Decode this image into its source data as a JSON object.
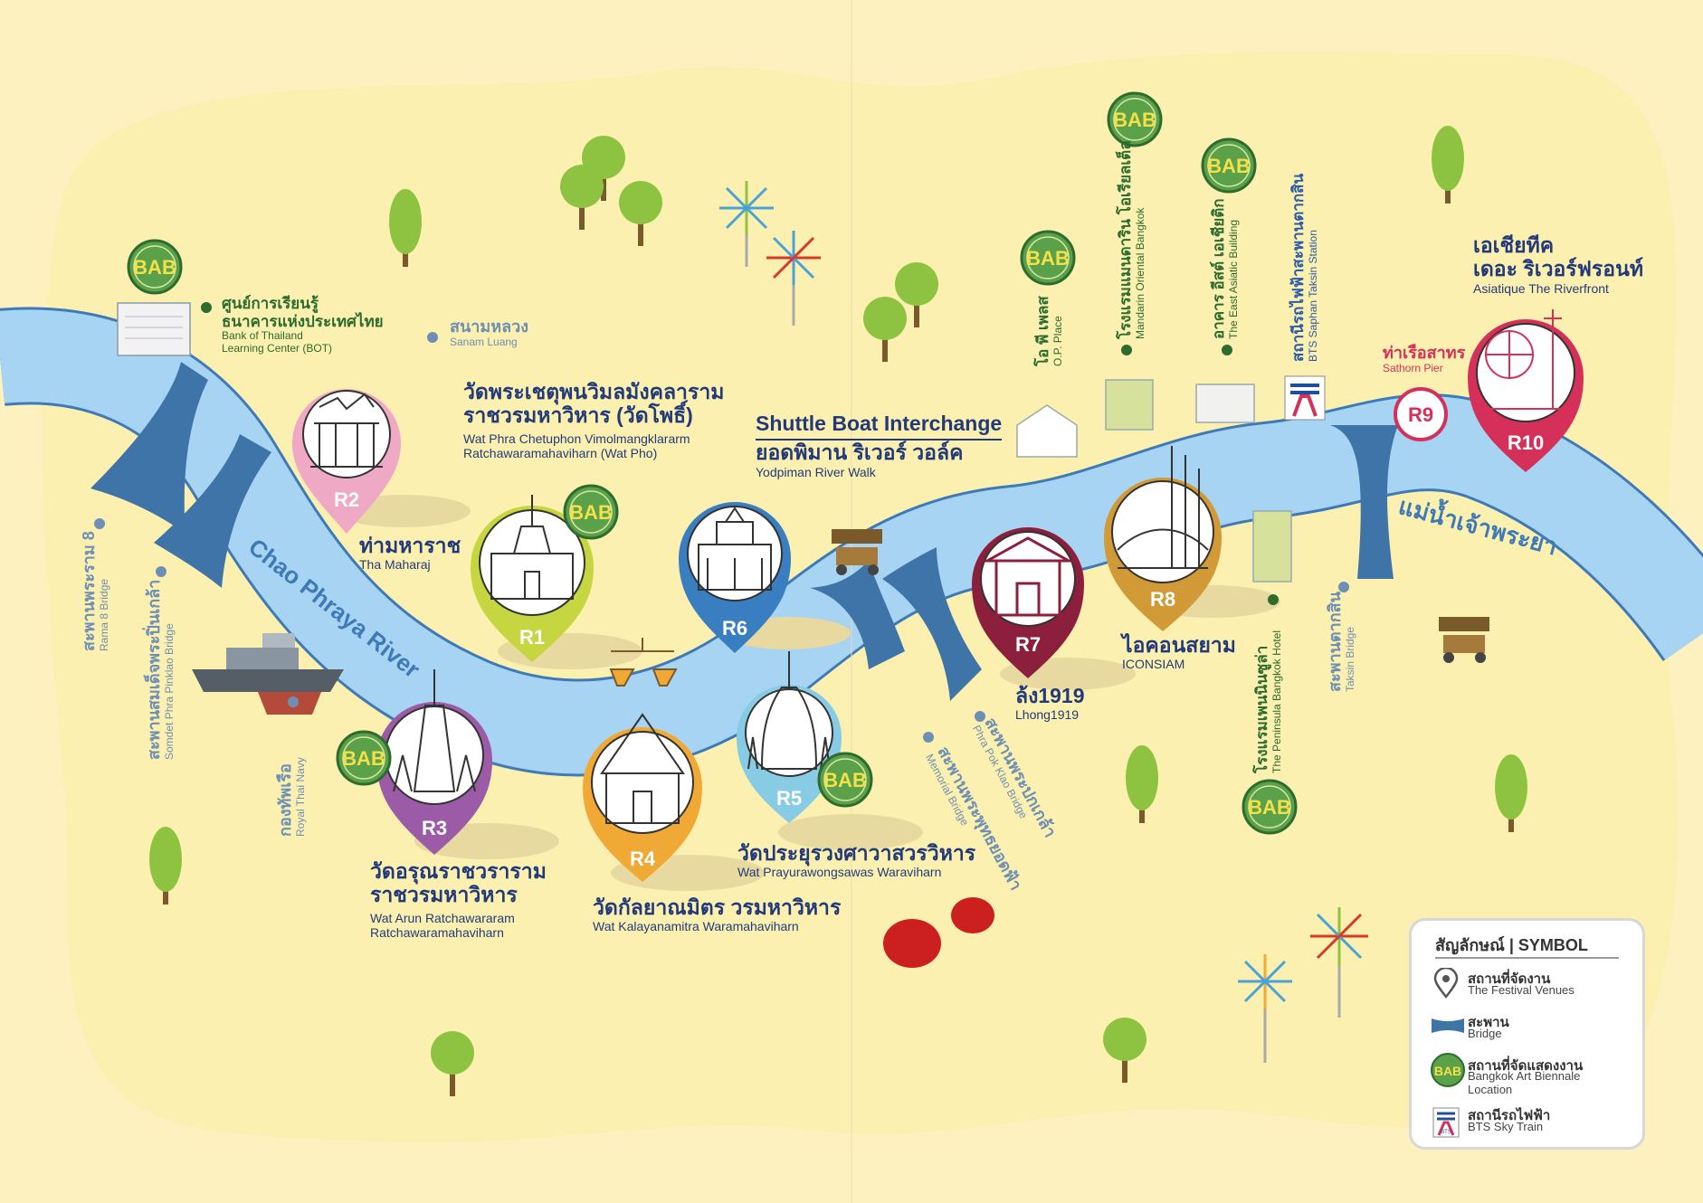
{
  "colors": {
    "background": "#fdf2bf",
    "land": "#fcf0b0",
    "river": "#a8d4f4",
    "river_edge": "#3f7ab8",
    "bridge": "#3f74a8",
    "tree": "#8ec342",
    "trunk": "#7a5a2a",
    "pin_R1": "#c5d641",
    "pin_R2": "#f0a9c4",
    "pin_R3": "#9b5ba7",
    "pin_R4": "#f0a934",
    "pin_R5": "#88cbe4",
    "pin_R6": "#3a7ec2",
    "pin_R7": "#8c1f3c",
    "pin_R8": "#d19a36",
    "pin_R10": "#d4305a",
    "pier": "#d4305a",
    "bab": "#5aa14a"
  },
  "river_label": "Chao Phraya River",
  "river_label_th": "แม่น้ำเจ้าพระยา",
  "pins": [
    {
      "id": "R1",
      "label": "R1"
    },
    {
      "id": "R2",
      "label": "R2"
    },
    {
      "id": "R3",
      "label": "R3"
    },
    {
      "id": "R4",
      "label": "R4"
    },
    {
      "id": "R5",
      "label": "R5"
    },
    {
      "id": "R6",
      "label": "R6"
    },
    {
      "id": "R7",
      "label": "R7"
    },
    {
      "id": "R8",
      "label": "R8"
    },
    {
      "id": "R10",
      "label": "R10"
    }
  ],
  "pier": {
    "label": "R9",
    "th": "ท่าเรือสาทร",
    "en": "Sathorn Pier"
  },
  "places": {
    "bot": {
      "th1": "ศูนย์การเรียนรู้",
      "th2": "ธนาคารแห่งประเทศไทย",
      "en1": "Bank of Thailand",
      "en2": "Learning Center (BOT)"
    },
    "sanam_luang": {
      "th": "สนามหลวง",
      "en": "Sanam Luang"
    },
    "wat_pho": {
      "th1": "วัดพระเชตุพนวิมลมังคลาราม",
      "th2": "ราชวรมหาวิหาร (วัดโพธิ์)",
      "en1": "Wat Phra Chetuphon Vimolmangklararm",
      "en2": "Ratchawaramahaviharn (Wat Pho)"
    },
    "shuttle": {
      "title": "Shuttle Boat Interchange",
      "th": "ยอดพิมาน ริเวอร์ วอล์ค",
      "en": "Yodpiman River Walk"
    },
    "tha_maharaj": {
      "th": "ท่ามหาราช",
      "en": "Tha Maharaj"
    },
    "wat_arun": {
      "th1": "วัดอรุณราชวราราม",
      "th2": "ราชวรมหาวิหาร",
      "en1": "Wat Arun Ratchawararam",
      "en2": "Ratchawaramahaviharn"
    },
    "wat_kalaya": {
      "th": "วัดกัลยาณมิตร วรมหาวิหาร",
      "en": "Wat Kalayanamitra Waramahaviharn"
    },
    "wat_prayura": {
      "th": "วัดประยุรวงศาวาสวรวิหาร",
      "en": "Wat Prayurawongsawas Waraviharn"
    },
    "lhong": {
      "th": "ล้ง1919",
      "en": "Lhong1919"
    },
    "iconsiam": {
      "th": "ไอคอนสยาม",
      "en": "ICONSIAM"
    },
    "asiatique": {
      "th1": "เอเชียทีค",
      "th2": "เดอะ ริเวอร์ฟรอนท์",
      "en": "Asiatique The Riverfront"
    },
    "op_place": {
      "th": "โอ พี เพลส",
      "en": "O.P. Place"
    },
    "mandarin": {
      "th": "โรงแรมแมนดาริน โอเรียลเต็ล",
      "en": "Mandarin Oriental Bangkok"
    },
    "east_asiatic": {
      "th": "อาคาร อีสต์ เอเชียติก",
      "en": "The East Asiatic Building"
    },
    "bts_taksin": {
      "th": "สถานีรถไฟฟ้าสะพานตากสิน",
      "en": "BTS Saphan Taksin Station"
    },
    "peninsula": {
      "th": "โรงแรมเพนนินซูล่า",
      "en": "The Peninsula Bangkok Hotel"
    },
    "taksin_bridge": {
      "th": "สะพานตากสิน",
      "en": "Taksin Bridge"
    },
    "rama8": {
      "th": "สะพานพระราม 8",
      "en": "Rama 8 Bridge"
    },
    "pinklao": {
      "th": "สะพานสมเด็จพระปิ่นเกล้า",
      "en": "Somdet Phra Pinklao Bridge"
    },
    "navy": {
      "th": "กองทัพเรือ",
      "en": "Royal Thai Navy"
    },
    "memorial": {
      "th": "สะพานพระพุทธยอดฟ้า",
      "en": "Memorial Bridge"
    },
    "pokklao": {
      "th": "สะพานพระปกเกล้า",
      "en": "Phra Pok Klao Bridge"
    }
  },
  "bab_badge": "BAB",
  "bts_badge": "BTS",
  "legend": {
    "title": "สัญลักษณ์ | SYMBOL",
    "items": [
      {
        "th": "สถานที่จัดงาน",
        "en": "The Festival Venues",
        "icon": "pin-icon"
      },
      {
        "th": "สะพาน",
        "en": "Bridge",
        "icon": "bridge-icon"
      },
      {
        "th": "สถานที่จัดแสดงงาน",
        "en": "Bangkok Art Biennale",
        "en2": "Location",
        "icon": "bab-icon"
      },
      {
        "th": "สถานีรถไฟฟ้า",
        "en": "BTS Sky Train",
        "icon": "bts-icon"
      }
    ]
  }
}
